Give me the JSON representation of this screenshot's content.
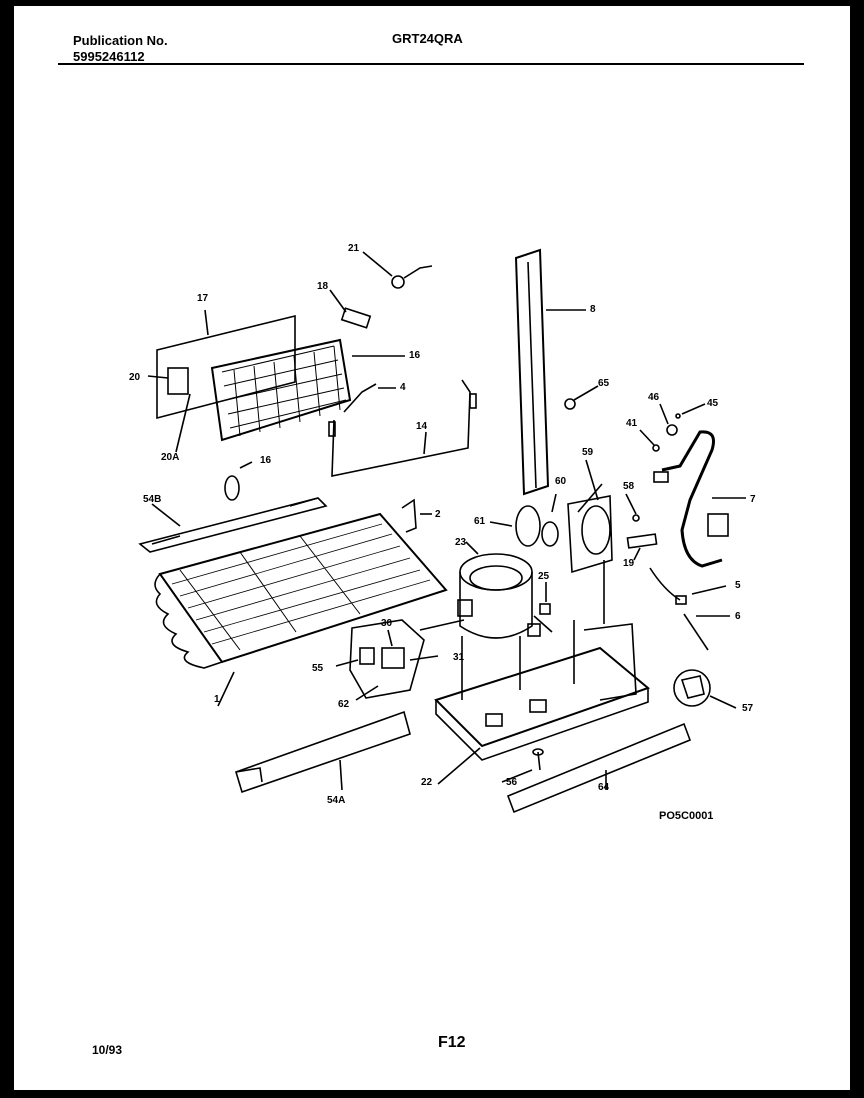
{
  "header": {
    "publication_label": "Publication No.",
    "publication_number": "5995246112",
    "model": "GRT24QRA"
  },
  "diagram": {
    "callouts": [
      "21",
      "18",
      "17",
      "16",
      "20",
      "20A",
      "4",
      "14",
      "16",
      "54B",
      "2",
      "8",
      "65",
      "46",
      "45",
      "41",
      "7",
      "60",
      "61",
      "58",
      "59",
      "19",
      "25",
      "23",
      "30",
      "31",
      "55",
      "62",
      "1",
      "5",
      "6",
      "57",
      "54A",
      "22",
      "56",
      "64"
    ],
    "figure_code": "PO5C0001"
  },
  "footer": {
    "date": "10/93",
    "page": "F12"
  }
}
